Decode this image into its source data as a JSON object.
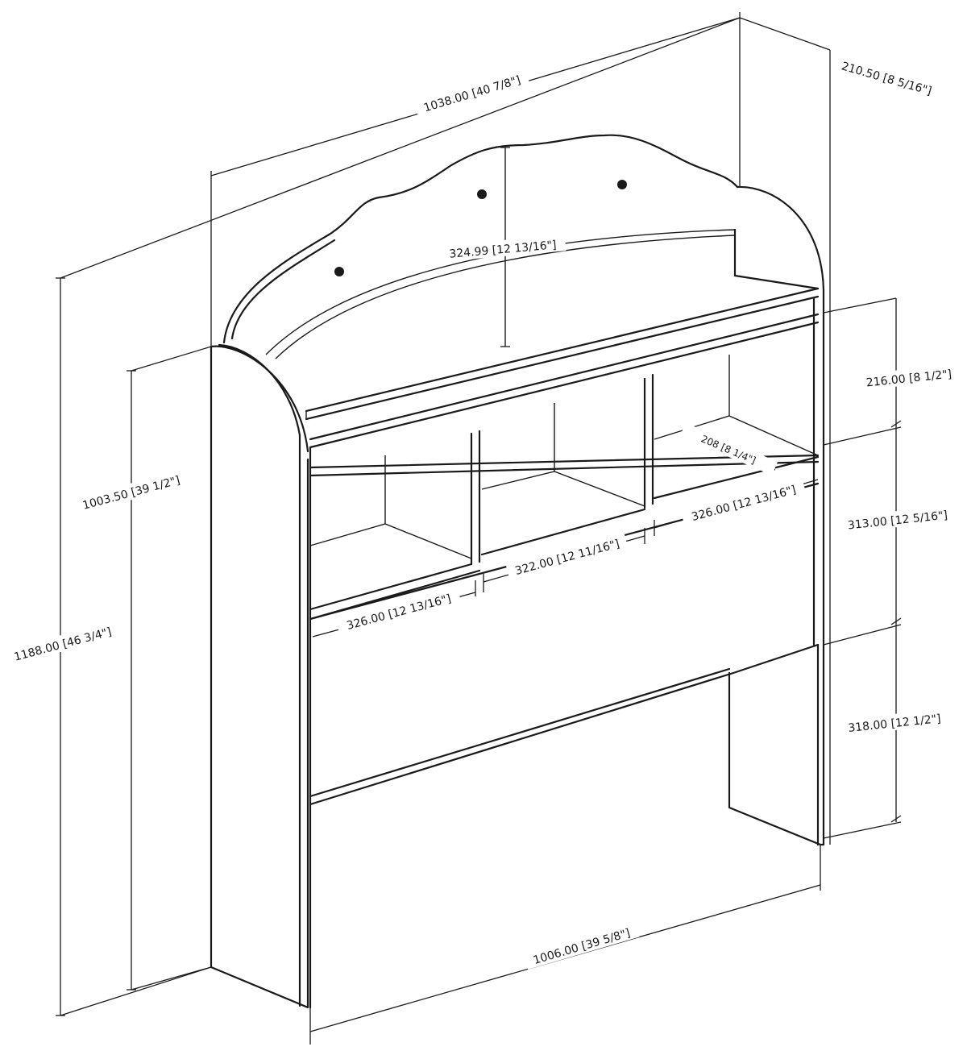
{
  "dimensions": {
    "overall_width_top": "1038.00 [40 7/8\"]",
    "depth": "210.50 [8 5/16\"]",
    "arch_height": "324.99 [12 13/16\"]",
    "top_shelf_height": "216.00 [8 1/2\"]",
    "cubby_height": "313.00 [12 5/16\"]",
    "lower_panel_height": "318.00 [12 1/2\"]",
    "cubby_depth": "208 [8 1/4\"]",
    "cubby_right_width": "326.00 [12 13/16\"]",
    "cubby_middle_width": "322.00 [12 11/16\"]",
    "cubby_left_width": "326.00 [12 13/16\"]",
    "side_height": "1003.50 [39 1/2\"]",
    "overall_height": "1188.00 [46 3/4\"]",
    "bottom_width": "1006.00 [39 5/8\"]"
  }
}
